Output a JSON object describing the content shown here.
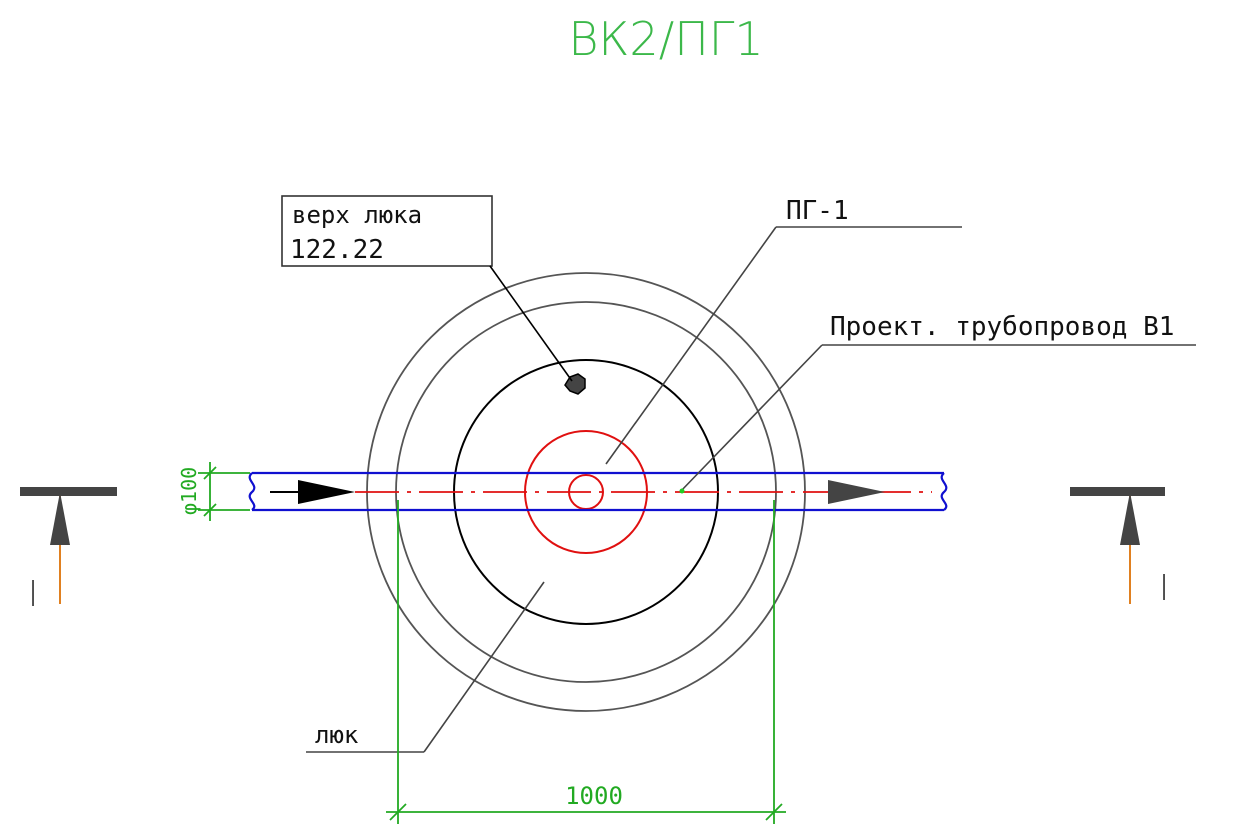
{
  "drawing": {
    "title": "ВК2/ПГ1",
    "hatch_top_label": "верх люка",
    "hatch_top_elevation": "122.22",
    "hydrant_label": "ПГ-1",
    "pipeline_label": "Проект. трубопровод В1",
    "hatch_label": "люк",
    "pipe_diameter": "φ100",
    "dimension_width": "1000",
    "section_left": "I",
    "section_right": "I"
  },
  "colors": {
    "title": "#3cb84a",
    "pipe": "#1010d0",
    "axis": "#e01010",
    "hydrant": "#e01010",
    "dimension": "#22aa22",
    "outer_ring": "#555555",
    "inner_ring": "#000000",
    "section_arrow": "#e08020"
  }
}
